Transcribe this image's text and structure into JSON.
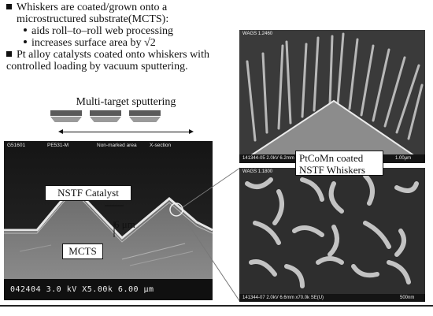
{
  "bullets": {
    "b1_line1": "Whiskers are coated/grown onto a",
    "b1_line2": "microstructured substrate(MCTS):",
    "sub1": "aids roll–to–roll web processing",
    "sub2": "increases surface area by √2",
    "b2_line1": "Pt alloy catalysts coated onto whiskers with",
    "b2_line2": "controlled loading by vacuum sputtering."
  },
  "sputtering": {
    "title": "Multi-target sputtering"
  },
  "sem_main": {
    "header_id": "G51601",
    "header_model": "PE531-M",
    "header_area": "Non-marked area",
    "header_section": "X-section",
    "footer": "042404 3.0 kV X5.00k 6.00 μm",
    "label_catalyst": "NSTF Catalyst",
    "label_scale": "6 μm",
    "label_mcts": "MCTS"
  },
  "sem_top_right": {
    "header": "WAGS 1.2460",
    "footer_left": "141344-05 2.0kV 6.2mm x6.01k SE(U)",
    "footer_right": "1.00μm"
  },
  "sem_bottom_right": {
    "header": "WAGS 1.1800",
    "footer_left": "141344-07 2.0kV 6.6mm x70.0k SE(U)",
    "footer_right": "500nm"
  },
  "callout": {
    "line1": "PtCoMn coated",
    "line2": "NSTF Whiskers"
  }
}
